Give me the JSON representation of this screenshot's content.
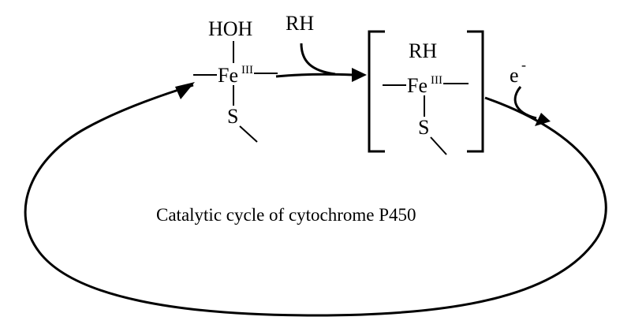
{
  "caption": "Catalytic cycle of cytochrome P450",
  "species_1": {
    "axial_ligand": "HOH",
    "metal": "Fe",
    "oxidation_state": "III",
    "thiolate": "S"
  },
  "substrate_entry": {
    "label": "RH"
  },
  "species_2": {
    "substrate": "RH",
    "metal": "Fe",
    "oxidation_state": "III",
    "thiolate": "S"
  },
  "electron_entry": {
    "label": "e",
    "charge": "-"
  },
  "colors": {
    "ink": "#000000",
    "background": "#ffffff"
  }
}
